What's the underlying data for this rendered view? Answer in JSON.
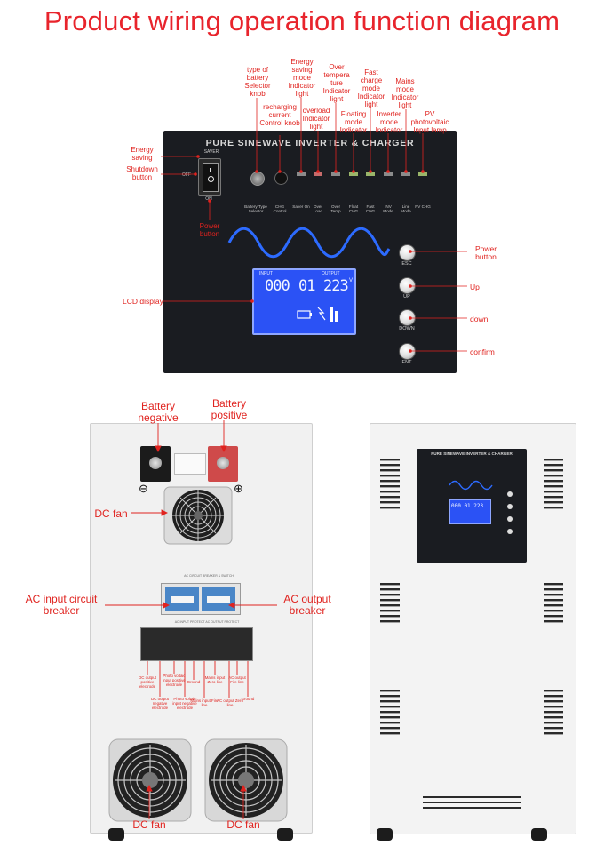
{
  "title": "Product wiring operation function diagram",
  "panel": {
    "heading": "PURE SINEWAVE INVERTER & CHARGER",
    "saver": "SAVER",
    "off": "OFF",
    "on": "ON",
    "windows": [
      "Battery Type Selector",
      "CHG Control",
      "Saver On",
      "Over Load",
      "Over Temp",
      "Float CHG",
      "Fast CHG",
      "INV Mode",
      "Line Mode",
      "PV CHG"
    ],
    "buttons": [
      "ESC",
      "UP",
      "DOWN",
      "ENT"
    ],
    "lcd": {
      "input_label": "INPUT",
      "output_label": "OUTPUT",
      "input_value": "000",
      "output_value": "223",
      "mid_value": "01",
      "unit": "V"
    }
  },
  "callouts": {
    "battery_type": "type of battery Selector knob",
    "recharge": "recharging current Control knob",
    "energy_saving_light": "Energy saving mode Indicator light",
    "overload": "overload Indicator light",
    "overtemp": "Over tempera ture Indicator light",
    "floating": "Floating mode Indicator",
    "fast_charge": "Fast charge mode Indicator light",
    "inverter_mode": "Inverter mode Indicator",
    "mains_mode": "Mains mode Indicator light",
    "pv": "PV photovoltaic Input lamp",
    "energy_saving": "Energy saving",
    "shutdown": "Shutdown button",
    "power_button_left": "Power button",
    "power_button_right": "Power button",
    "up": "Up",
    "down": "down",
    "confirm": "confirm",
    "lcd": "LCD display"
  },
  "rear": {
    "battery_negative": "Battery negative",
    "battery_positive": "Battery positive",
    "dc_fan_top": "DC fan",
    "ac_input_breaker": "AC input circuit breaker",
    "ac_output_breaker": "AC output breaker",
    "breaker_caption": "AC CIRCUIT BREAKER & SWITCH",
    "terminal_caption": "AC INPUT PROTECT   AC OUTPUT PROTECT",
    "terminals": [
      "DC output positive electrode",
      "DC output negative electrode",
      "Photo voltaic input positive electrode",
      "Photo voltaic input negative electrode",
      "Ground",
      "Mains input Fire line",
      "Mains input Zero line",
      "AC output Zero line",
      "AC output Fire line",
      "Ground"
    ],
    "dc_fan_left": "DC fan",
    "dc_fan_right": "DC fan"
  },
  "front_unit": {
    "heading": "PURE SINEWAVE INVERTER & CHARGER",
    "lcd_value": "000 01 223"
  }
}
